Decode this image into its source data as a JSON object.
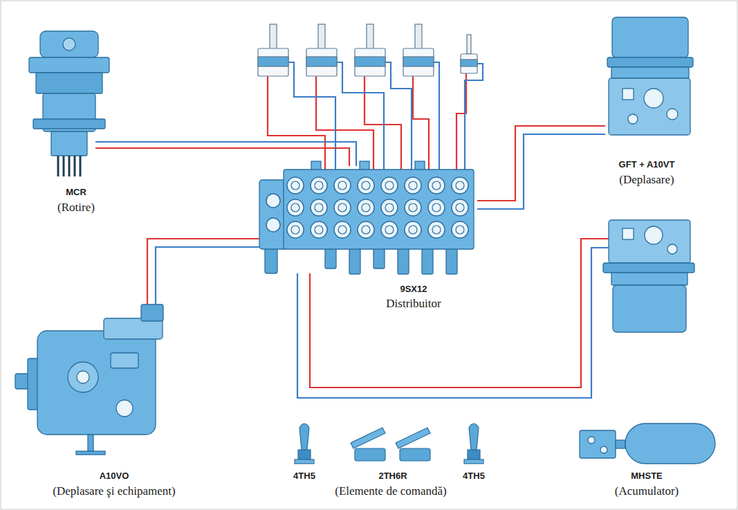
{
  "diagram": {
    "nodes": [
      {
        "text": [
          "MCR",
          "(Rotire)"
        ]
      },
      {
        "text": [
          "GFT + A10VT",
          "(Deplasare)"
        ]
      },
      {
        "text": [
          "9SX12",
          "Distribuitor"
        ]
      },
      {
        "text": [
          "A10VO",
          "(Deplasare şi echipament)"
        ]
      },
      {
        "text": [
          "4TH5"
        ]
      },
      {
        "text": [
          "2TH6R"
        ]
      },
      {
        "text": [
          "4TH5"
        ]
      },
      {
        "text": [
          "MHSTE",
          "(Acumulator)"
        ]
      }
    ],
    "edges": [
      {
        "from": 0,
        "to": 2,
        "arrow": "none"
      },
      {
        "from": 2,
        "to": 1,
        "arrow": "none"
      },
      {
        "from": 3,
        "to": 2,
        "arrow": "none"
      }
    ],
    "labels": [
      "(Elemente de comandă)"
    ]
  }
}
